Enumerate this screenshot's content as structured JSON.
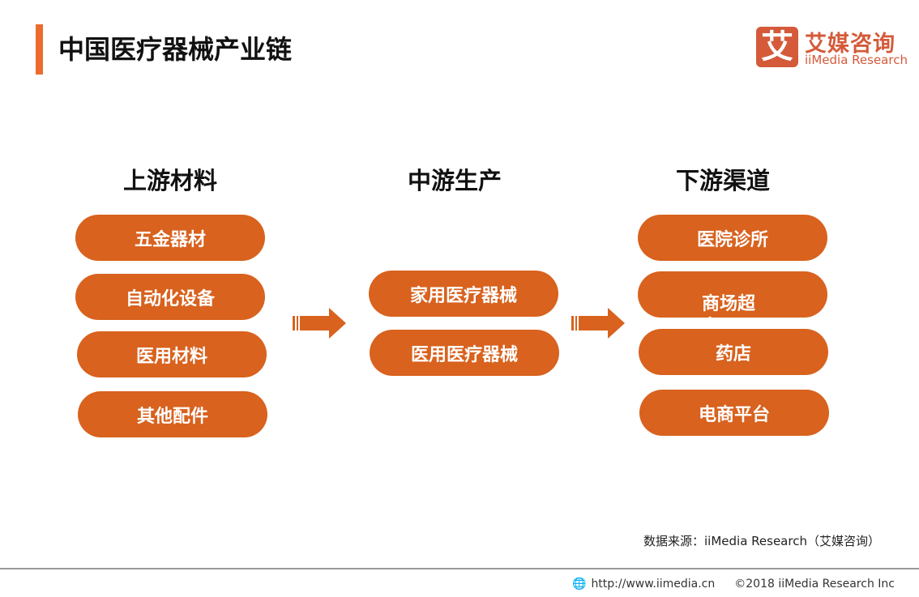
{
  "header": {
    "title": "中国医疗器械产业链"
  },
  "logo": {
    "mark": "艾",
    "cn": "艾媒咨询",
    "en": "iiMedia Research"
  },
  "columns": [
    {
      "heading": "上游材料",
      "items": [
        "五金器材",
        "自动化设备",
        "医用材料",
        "其他配件"
      ]
    },
    {
      "heading": "中游生产",
      "items": [
        "家用医疗器械",
        "医用医疗器械"
      ]
    },
    {
      "heading": "下游渠道",
      "items": [
        "医院诊所",
        "商场超市",
        "药店",
        "电商平台"
      ]
    }
  ],
  "source": "数据来源：iiMedia Research（艾媒咨询）",
  "footer": {
    "url": "http://www.iimedia.cn",
    "copyright": "©2018  iiMedia Research  Inc"
  },
  "colors": {
    "accent": "#d8621e",
    "logo": "#d45a3a"
  }
}
